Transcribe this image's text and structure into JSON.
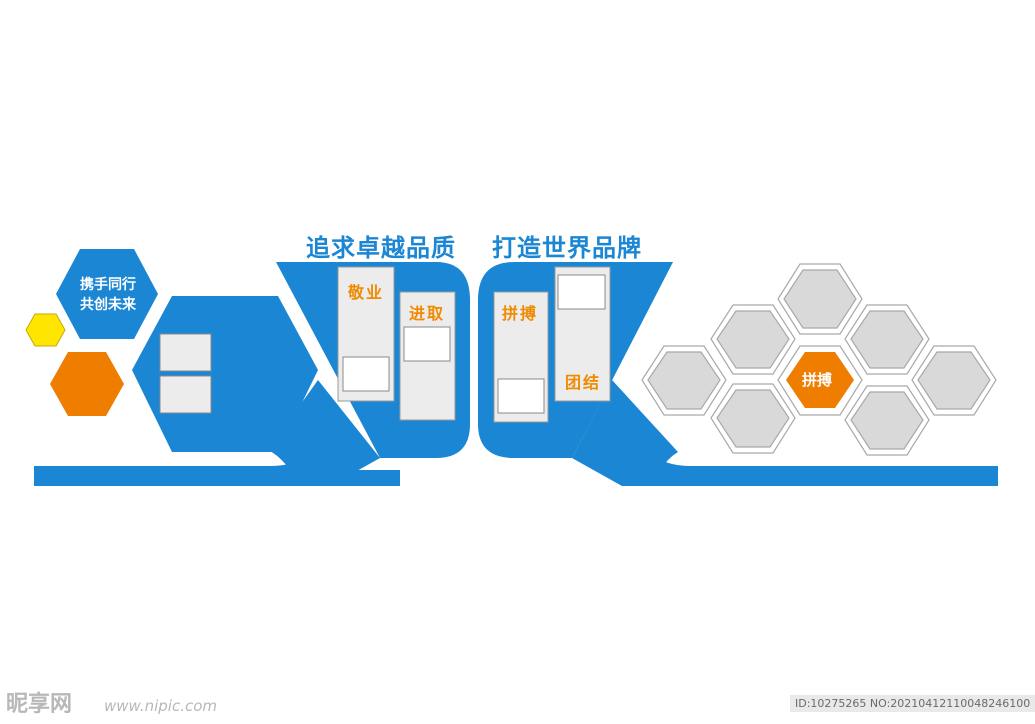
{
  "slogans": {
    "left": "追求卓越品质",
    "right": "打造世界品牌"
  },
  "hexagons": {
    "motto_line1": "携手同行",
    "motto_line2": "共创未来",
    "orange_label": "拼搏"
  },
  "panels": {
    "p1_label": "敬业",
    "p2_label": "进取",
    "p3_label": "拼搏",
    "p4_label": "团结"
  },
  "watermark": {
    "site": "昵享网",
    "url": "www.nipic.com",
    "id": "ID:10275265 NO:20210412110048246100"
  },
  "colors": {
    "blue": "#1b86d3",
    "orange": "#ef7d00",
    "yellow": "#ffe600",
    "panel_gray": "#ececec",
    "hex_gray": "#d9d9d9"
  }
}
